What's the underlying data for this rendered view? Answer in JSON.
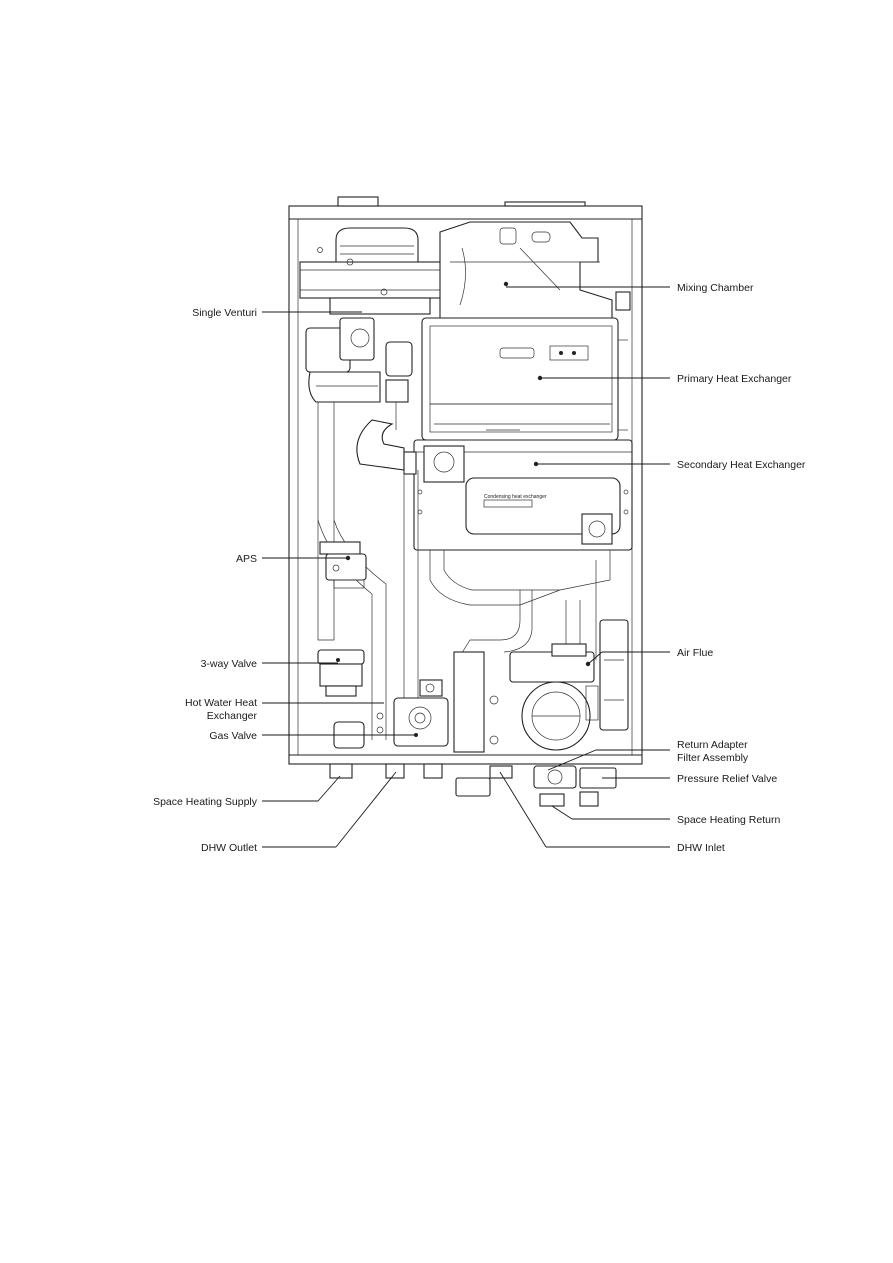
{
  "labels": {
    "mixing_chamber": "Mixing Chamber",
    "single_venturi": "Single Venturi",
    "primary_heat_exchanger": "Primary Heat Exchanger",
    "secondary_heat_exchanger": "Secondary Heat Exchanger",
    "aps": "APS",
    "air_flue": "Air Flue",
    "three_way_valve": "3-way Valve",
    "hot_water_hx_line1": "Hot Water Heat",
    "hot_water_hx_line2": "Exchanger",
    "gas_valve": "Gas Valve",
    "return_adapter_line1": "Return Adapter",
    "return_adapter_line2": "Filter Assembly",
    "pressure_relief_valve": "Pressure Relief Valve",
    "space_heating_supply": "Space Heating Supply",
    "space_heating_return": "Space Heating Return",
    "dhw_outlet": "DHW Outlet",
    "dhw_inlet": "DHW Inlet"
  },
  "component_text": {
    "condensing_hx": "Condensing heat exchanger"
  }
}
